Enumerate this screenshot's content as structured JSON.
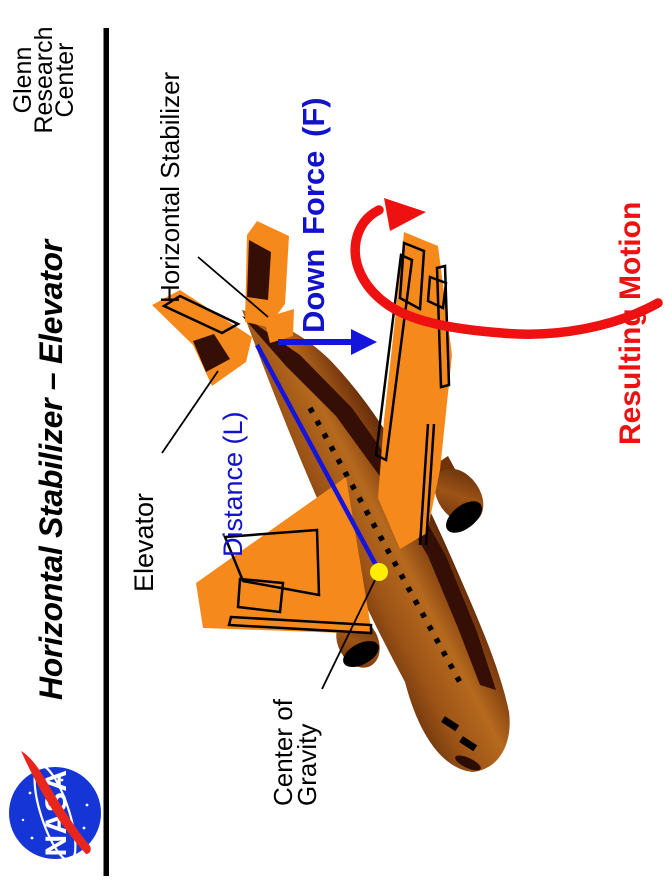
{
  "slide": {
    "title": "Horizontal Stabilizer – Elevator",
    "header": {
      "org_lines": [
        "Glenn",
        "Research",
        "Center"
      ],
      "logo_text": "NASA"
    }
  },
  "diagram": {
    "labels": {
      "horizontal_stabilizer": "Horizontal Stabilizer",
      "elevator": "Elevator",
      "down_force": "Down Force (F)",
      "distance": "Distance (L)",
      "center_of_gravity_line1": "Center of",
      "center_of_gravity_line2": "Gravity",
      "resulting_motion": "Resulting Motion"
    },
    "colors": {
      "wing_orange": "#F6891C",
      "fuselage_brown": "#9C5316",
      "dark_trim": "#350E06",
      "annotation_blue": "#1212CC",
      "annotation_red": "#EE1111",
      "cg_yellow": "#FFEE00",
      "nasa_blue": "#1535D6",
      "nasa_red": "#E8261D"
    }
  }
}
